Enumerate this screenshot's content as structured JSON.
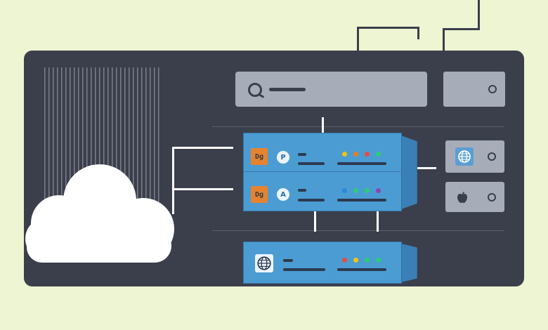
{
  "server_rack": {
    "units": [
      {
        "badge": "Dg",
        "status_letter": "P",
        "status_lights": [
          "#f1c40f",
          "#e67e22",
          "#e74c3c",
          "#2ecc71"
        ]
      },
      {
        "badge": "Dg",
        "status_letter": "A",
        "status_lights": [
          "#2e86de",
          "#2ecc71",
          "#2ecc71",
          "#8e44ad"
        ]
      }
    ]
  },
  "base_server": {
    "status_lights": [
      "#e74c3c",
      "#f1c40f",
      "#2ecc71",
      "#2ecc71"
    ]
  },
  "colors": {
    "background": "#eef5d2",
    "panel": "#3b3f4c",
    "server": "#4b9cd3",
    "box": "#a6adb9",
    "badge": "#e7832e"
  },
  "icons": {
    "search": "search-icon",
    "globe": "globe-icon",
    "apple": "apple-icon",
    "cloud": "cloud-icon"
  }
}
